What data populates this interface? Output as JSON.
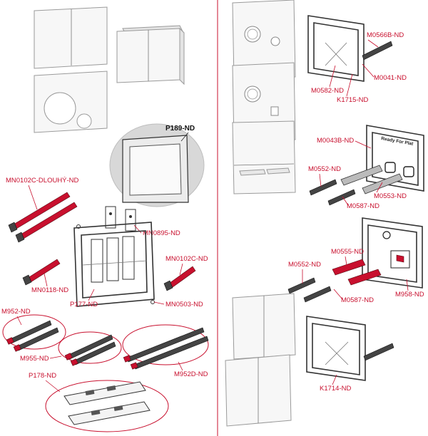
{
  "labels": {
    "p189": "P189-ND",
    "mn0102c_dlouhy": "MN0102C-DLOUHÝ-ND",
    "mn0895": "MN0895-ND",
    "mn0102c": "MN0102C-ND",
    "mn0118": "MN0118-ND",
    "p177": "P177-ND",
    "mn0503": "MN0503-ND",
    "m952": "M952-ND",
    "m955": "M955-ND",
    "m952d": "M952D-ND",
    "p178": "P178-ND",
    "m0566b": "M0566B-ND",
    "m0041": "M0041-ND",
    "m0582": "M0582-ND",
    "k1715": "K1715-ND",
    "m0043b": "M0043B-ND",
    "m0552_a": "M0552-ND",
    "m0553": "M0553-ND",
    "m0587_a": "M0587-ND",
    "m0555": "M0555-ND",
    "m0552_b": "M0552-ND",
    "m958": "M958-ND",
    "m0587_b": "M0587-ND",
    "k1714": "K1714-ND"
  },
  "frame_text": {
    "ready_for_plat": "Ready For Plat"
  },
  "colors": {
    "label_red": "#c8102e",
    "divider": "#c8102e"
  }
}
